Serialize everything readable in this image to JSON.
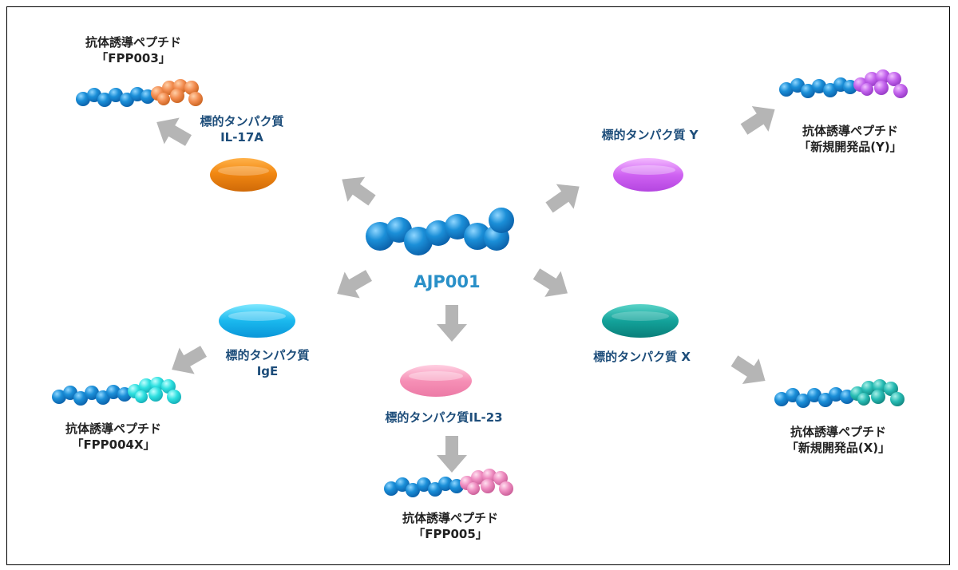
{
  "center": {
    "label": "AJP001"
  },
  "targets": {
    "il17a": {
      "line1": "標的タンパク質",
      "line2": "IL-17A",
      "color": "#f08a12"
    },
    "y": {
      "line1": "標的タンパク質 Y",
      "color": "#cc55ee"
    },
    "ige": {
      "line1": "標的タンパク質",
      "line2": "IgE",
      "color": "#19bbee"
    },
    "il23": {
      "line1": "標的タンパク質IL-23",
      "color": "#f58ab0"
    },
    "x": {
      "line1": "標的タンパク質 X",
      "color": "#1aa59c"
    }
  },
  "peptides": {
    "fpp003": {
      "line1": "抗体誘導ペプチド",
      "line2": "「FPP003」",
      "color": "#f28c50"
    },
    "new_y": {
      "line1": "抗体誘導ペプチド",
      "line2": "「新規開発品(Y)」",
      "color": "#c262ec"
    },
    "fpp004x": {
      "line1": "抗体誘導ペプチド",
      "line2": "「FPP004X」",
      "color": "#2ee0e0"
    },
    "fpp005": {
      "line1": "抗体誘導ペプチド",
      "line2": "「FPP005」",
      "color": "#ee8cc0"
    },
    "new_x": {
      "line1": "抗体誘導ペプチド",
      "line2": "「新規開発品(X)」",
      "color": "#28bcb4"
    }
  },
  "colors": {
    "chain": "#1b8fd8",
    "arrow": "#b5b5b5",
    "frame": "#000000"
  },
  "icons": {
    "arrow": "block-arrow-icon",
    "ellipse": "target-protein-ellipse-icon",
    "chain": "peptide-chain-icon"
  }
}
